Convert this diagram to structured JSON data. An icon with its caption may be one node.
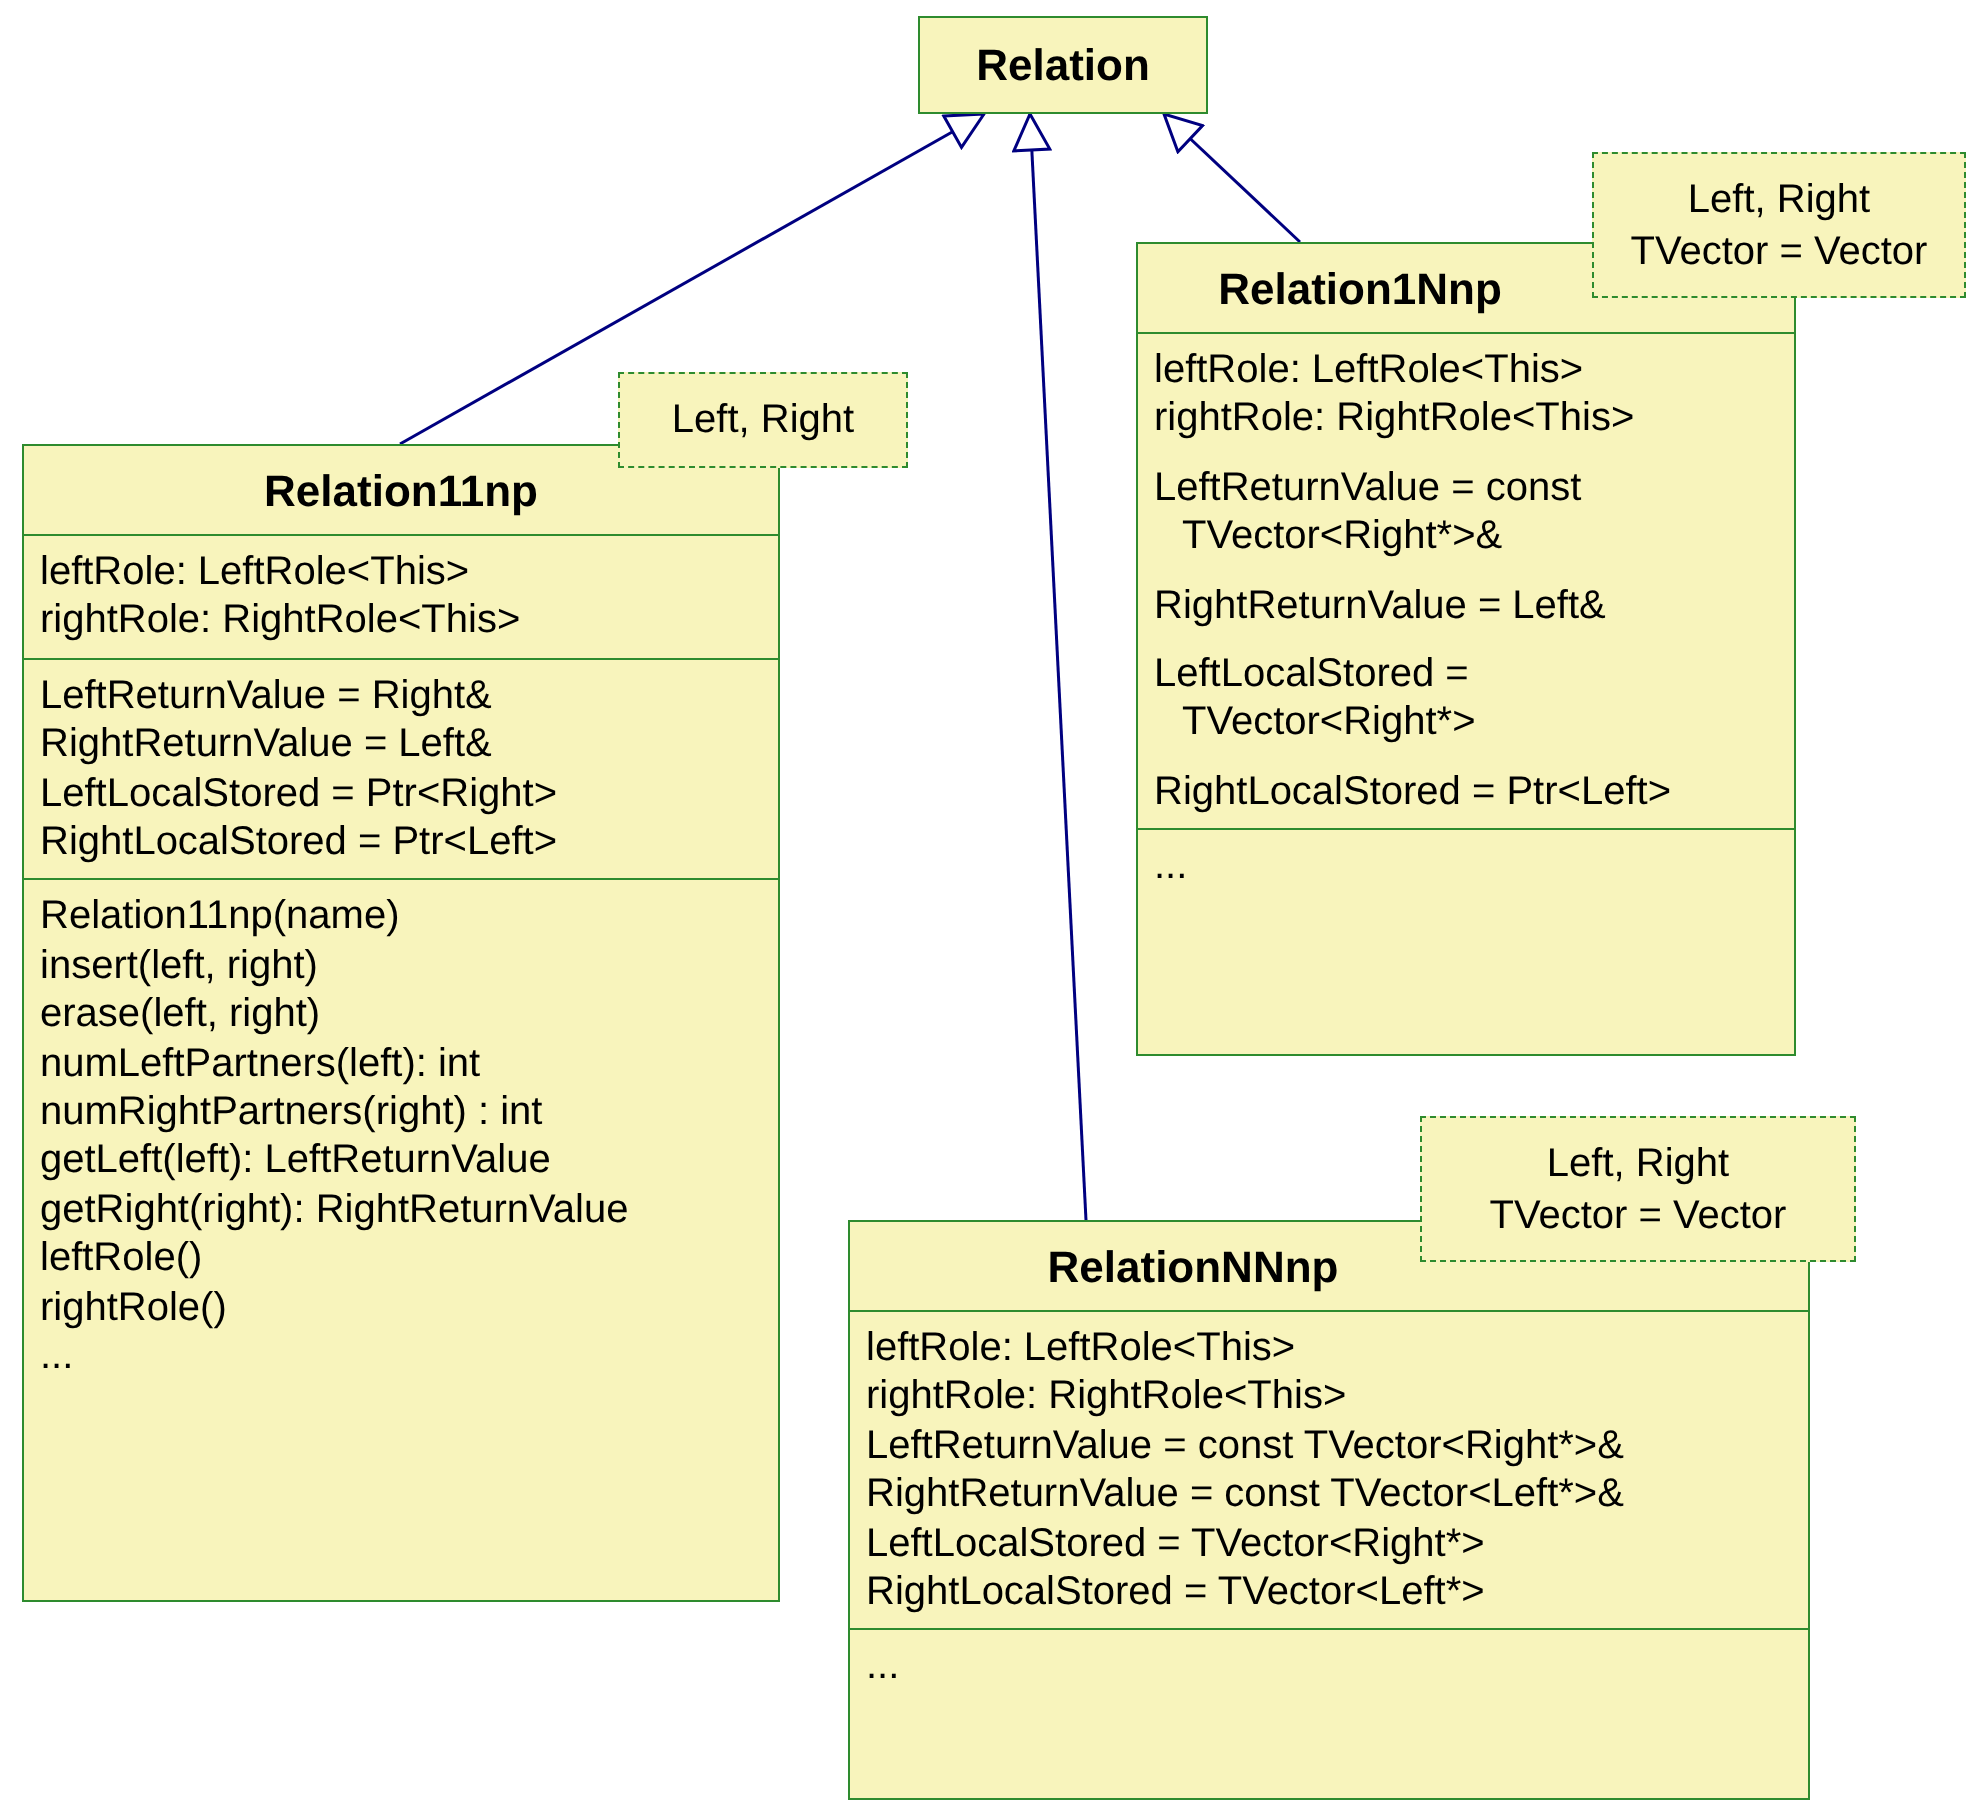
{
  "diagram": {
    "nodes": [
      {
        "text": [
          "Relation"
        ]
      },
      {
        "text": [
          "Left, Right",
          "TVector = Vector"
        ]
      },
      {
        "text": [
          "Relation1Nnp",
          "leftRole: LeftRole<This>",
          "rightRole: RightRole<This>",
          "LeftReturnValue = const TVector<Right*>&",
          "RightReturnValue = Left&",
          "LeftLocalStored = TVector<Right*>",
          "RightLocalStored = Ptr<Left>",
          "..."
        ]
      },
      {
        "text": [
          "Left, Right"
        ]
      },
      {
        "text": [
          "Relation11np",
          "leftRole: LeftRole<This>",
          "rightRole: RightRole<This>",
          "LeftReturnValue = Right&",
          "RightReturnValue = Left&",
          "LeftLocalStored = Ptr<Right>",
          "RightLocalStored = Ptr<Left>",
          "Relation11np(name)",
          "insert(left, right)",
          "erase(left, right)",
          "numLeftPartners(left): int",
          "numRightPartners(right) : int",
          "getLeft(left): LeftReturnValue",
          "getRight(right): RightReturnValue",
          "leftRole()",
          "rightRole()",
          "..."
        ]
      },
      {
        "text": [
          "Left, Right",
          "TVector = Vector"
        ]
      },
      {
        "text": [
          "RelationNNnp",
          "leftRole: LeftRole<This>",
          "rightRole: RightRole<This>",
          "LeftReturnValue = const TVector<Right*>&",
          "RightReturnValue = const TVector<Left*>&",
          "LeftLocalStored = TVector<Right*>",
          "RightLocalStored = TVector<Left*>",
          "..."
        ]
      }
    ],
    "edges": [
      {
        "from": 4,
        "to": 0,
        "arrow": "to"
      },
      {
        "from": 6,
        "to": 0,
        "arrow": "to"
      },
      {
        "from": 2,
        "to": 0,
        "arrow": "to"
      }
    ]
  }
}
